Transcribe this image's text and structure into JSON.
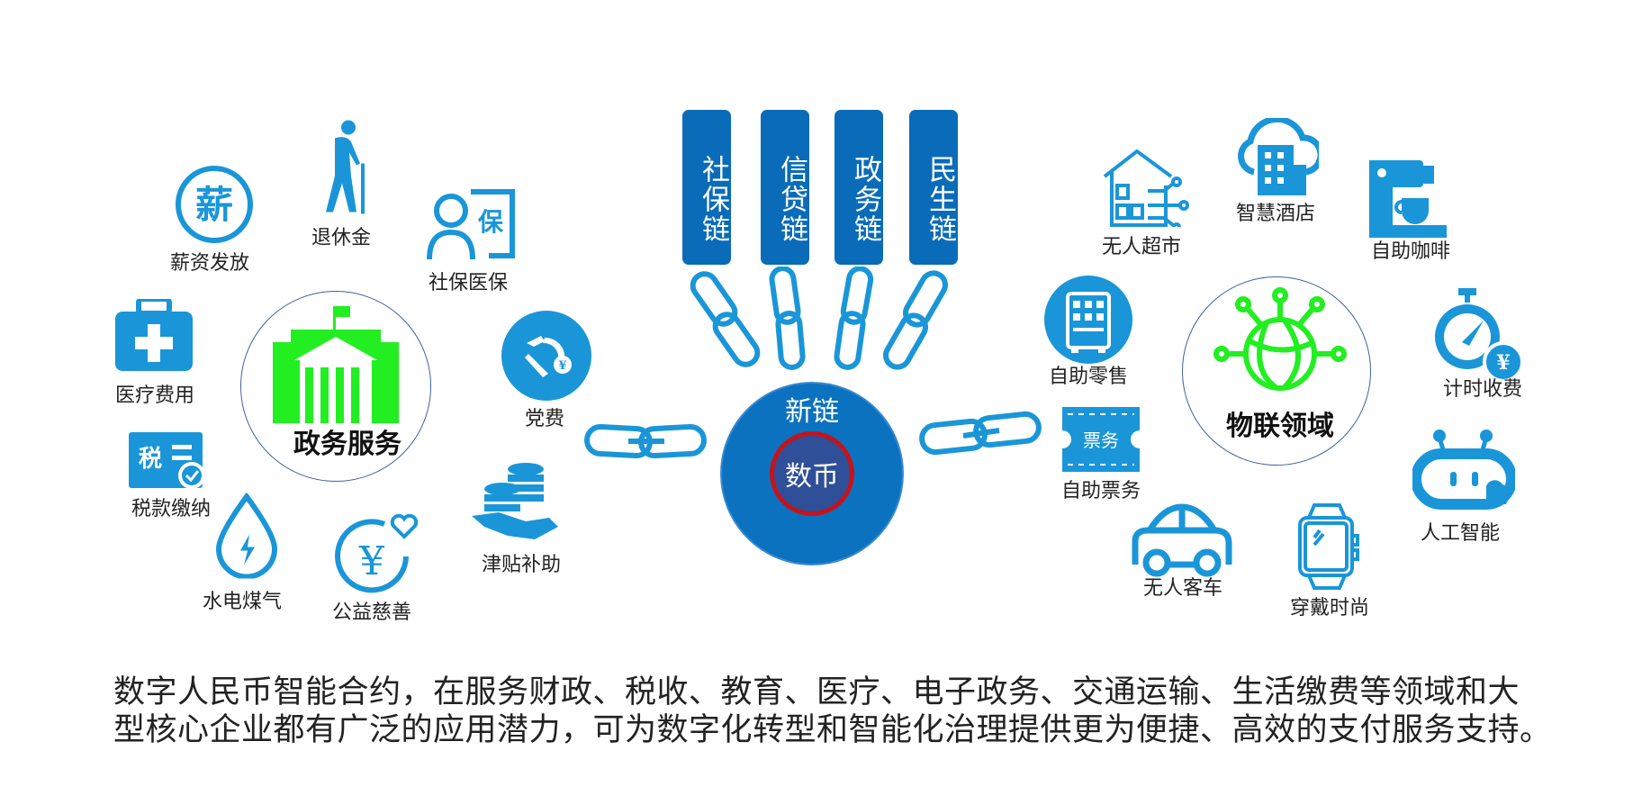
{
  "colors": {
    "icon": "#1a96d8",
    "pillar": "#0a6cb9",
    "center": "#0b72c0",
    "inner": "#2f4f98",
    "ring": "#c4141b",
    "hub_icon": "#22ee22"
  },
  "left_hub": {
    "title": "政务服务",
    "icon": "government-building-icon"
  },
  "right_hub": {
    "title": "物联领域",
    "icon": "iot-globe-icon"
  },
  "center": {
    "top_label": "新链",
    "inner_label": "数币"
  },
  "pillars": [
    "社保链",
    "信贷链",
    "政务链",
    "民生链"
  ],
  "left_items": [
    {
      "label": "薪资发放",
      "icon": "salary-icon",
      "glyph": "薪"
    },
    {
      "label": "退休金",
      "icon": "elderly-person-icon"
    },
    {
      "label": "社保医保",
      "icon": "social-insurance-icon",
      "glyph": "保"
    },
    {
      "label": "医疗费用",
      "icon": "medical-kit-icon"
    },
    {
      "label": "税款缴纳",
      "icon": "tax-icon",
      "glyph": "税"
    },
    {
      "label": "水电煤气",
      "icon": "water-drop-icon"
    },
    {
      "label": "公益慈善",
      "icon": "charity-yuan-icon",
      "glyph": "¥"
    },
    {
      "label": "党费",
      "icon": "party-fee-icon",
      "glyph": "¥"
    },
    {
      "label": "津贴补助",
      "icon": "coins-hand-icon"
    }
  ],
  "right_items": [
    {
      "label": "无人超市",
      "icon": "smart-store-icon"
    },
    {
      "label": "智慧酒店",
      "icon": "hotel-icon"
    },
    {
      "label": "自助咖啡",
      "icon": "coffee-machine-icon"
    },
    {
      "label": "自助零售",
      "icon": "vending-machine-icon"
    },
    {
      "label": "自助票务",
      "icon": "ticket-icon",
      "glyph": "票务"
    },
    {
      "label": "计时收费",
      "icon": "stopwatch-icon",
      "glyph": "¥"
    },
    {
      "label": "人工智能",
      "icon": "robot-icon"
    },
    {
      "label": "无人客车",
      "icon": "car-icon"
    },
    {
      "label": "穿戴时尚",
      "icon": "smartwatch-icon"
    }
  ],
  "footer": {
    "line1": "数字人民币智能合约，在服务财政、税收、教育、医疗、电子政务、交通运输、生活缴费等领域和大",
    "line2": "型核心企业都有广泛的应用潜力，可为数字化转型和智能化治理提供更为便捷、高效的支付服务支持。"
  }
}
